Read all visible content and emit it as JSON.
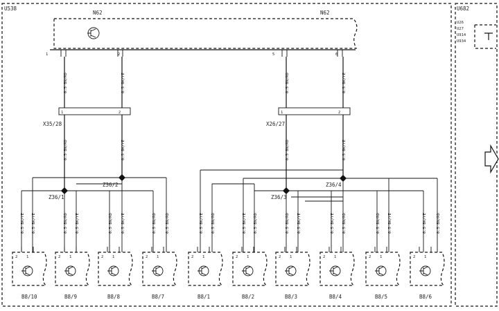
{
  "frames": {
    "left_tag": "U538",
    "right_tag": "U682",
    "right_codes": [
      "U26",
      "U27",
      "U914",
      "U934"
    ]
  },
  "module": {
    "label_left": "N62",
    "label_right": "N62",
    "pins": [
      "1",
      "2",
      "5",
      "6"
    ]
  },
  "connector_left": {
    "label": "X35/28",
    "pins": [
      "1",
      "2"
    ]
  },
  "connector_right": {
    "label": "X26/27",
    "pins": [
      "1",
      "2"
    ]
  },
  "wire_labels": {
    "bnrd": "0.5 BN/RD",
    "bkye": "0.5 BK/YE"
  },
  "splices": {
    "z36_1": "Z36/1",
    "z36_2": "Z36/2",
    "z36_3": "Z36/3",
    "z36_4": "Z36/4"
  },
  "sensors": [
    {
      "label": "B8/10"
    },
    {
      "label": "B8/9"
    },
    {
      "label": "B8/8"
    },
    {
      "label": "B8/7"
    },
    {
      "label": "B8/1"
    },
    {
      "label": "B8/2"
    },
    {
      "label": "B8/3"
    },
    {
      "label": "B8/4"
    },
    {
      "label": "B8/5"
    },
    {
      "label": "B8/6"
    }
  ],
  "sensor_pins": [
    "2",
    "1"
  ],
  "continuation_icon": "arrow-right-icon"
}
